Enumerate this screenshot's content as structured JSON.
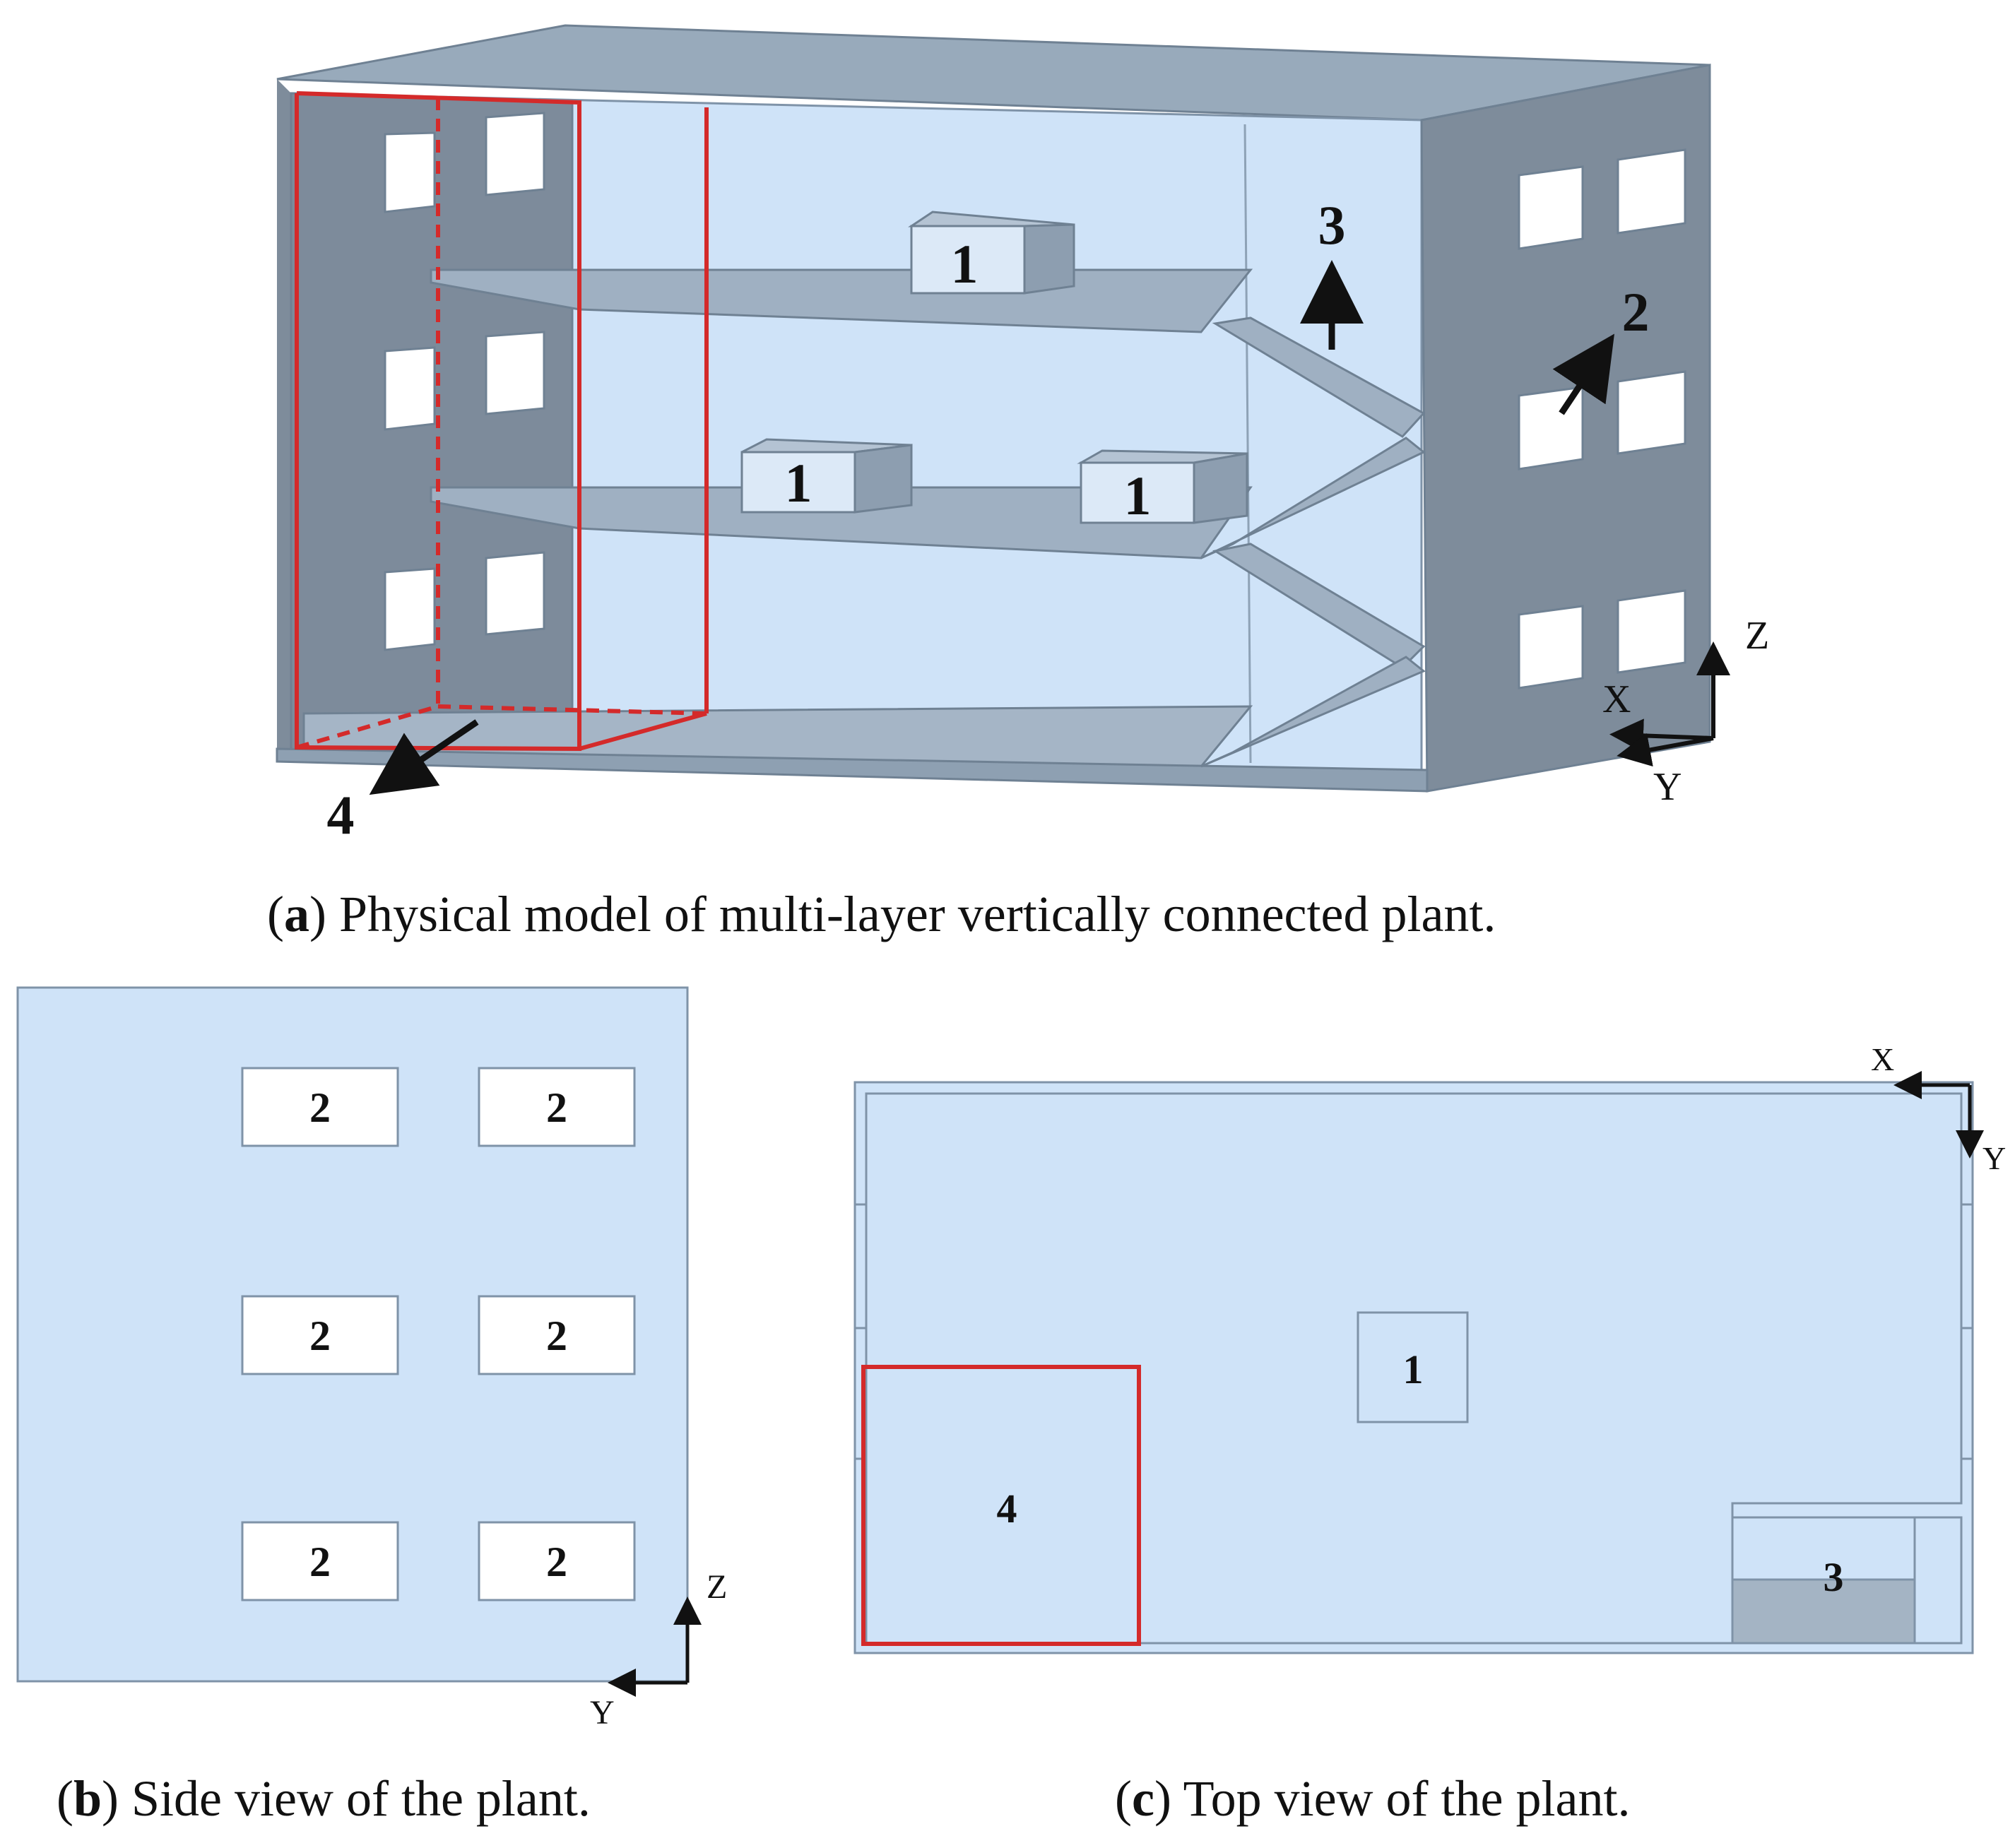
{
  "panel_a": {
    "caption_letter": "a",
    "caption_text": ") Physical model of multi-layer vertically connected plant.",
    "labels": {
      "box_top": "1",
      "box_mid_left": "1",
      "box_mid_right": "1",
      "outlet_top": "3",
      "window": "2",
      "inlet": "4"
    },
    "axes": {
      "z": "Z",
      "x": "X",
      "y": "Y"
    }
  },
  "panel_b": {
    "caption_letter": "b",
    "caption_text": ") Side view of the plant.",
    "windows": [
      "2",
      "2",
      "2",
      "2",
      "2",
      "2"
    ],
    "axes": {
      "z": "Z",
      "y": "Y"
    }
  },
  "panel_c": {
    "caption_letter": "c",
    "caption_text": ") Top view of the plant.",
    "labels": {
      "box": "1",
      "inlet": "4",
      "stair": "3"
    },
    "axes": {
      "x": "X",
      "y": "Y"
    }
  },
  "colors": {
    "wall_face": "#cfe3f8",
    "wall_outline": "#7f93a8",
    "building_shell": "#7e8c9b",
    "floor_slab": "#9fb0c2",
    "highlight_red": "#d42a2a",
    "arrow": "#111111"
  }
}
